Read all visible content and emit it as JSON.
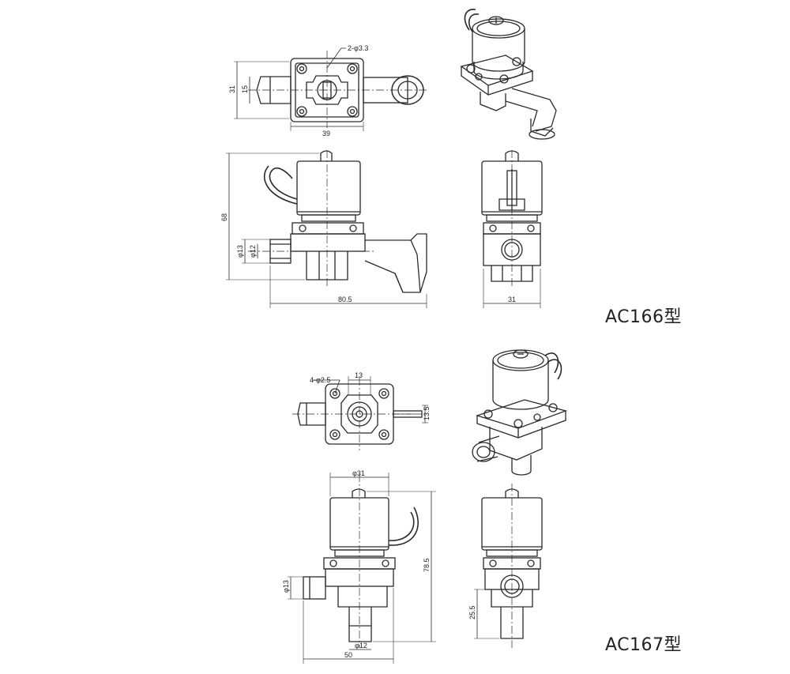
{
  "models": [
    {
      "name": "AC166型",
      "dimensions": {
        "hole_callout": "2-φ3.3",
        "top_height": "31",
        "top_inner": "15",
        "top_width": "39",
        "total_height": "68",
        "port_outer": "φ13",
        "port_inner": "φ12",
        "total_length": "80.5",
        "side_width": "31"
      }
    },
    {
      "name": "AC167型",
      "dimensions": {
        "hole_callout": "4-φ2.5",
        "top_spacing": "13",
        "top_tab": "13.5",
        "coil_diameter": "φ31",
        "total_height": "78.5",
        "port_outer": "φ13",
        "outlet_inner": "φ12",
        "total_length": "50",
        "side_height": "25.5"
      }
    }
  ],
  "colors": {
    "line": "#2a2a2a",
    "background": "#ffffff"
  }
}
